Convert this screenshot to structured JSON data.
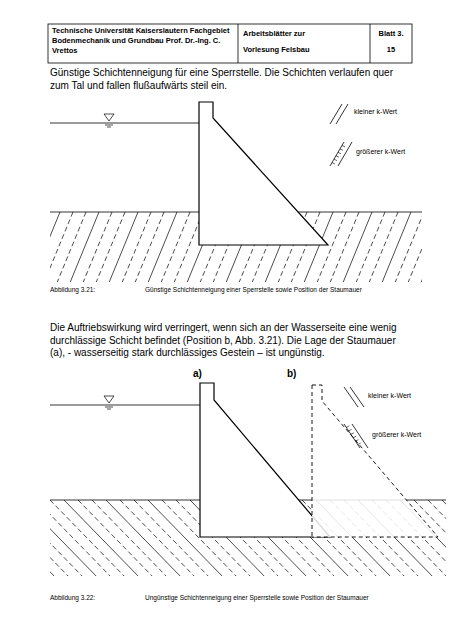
{
  "diagram": {
    "labels": [
      "Technische Universität Kaiserslautern Fachgebiet Bodenmechanik und Grundbau Prof. Dr.-Ing. C. Vrettos",
      "Arbeitsblätter zur Vorlesung Felsbau",
      "Blatt 3. 15",
      "Günstige Schichtenneigung für eine Sperrstelle. Die Schichten verlaufen quer zum Tal und fallen flußaufwärts steil ein.",
      "Abbildung 3.21:",
      "Günstige Schichtenneigung einer Sperrstelle sowie Position der Staumauer",
      "Die Auftriebswirkung wird verringert, wenn sich an der Wasserseite eine wenig durchlässige Schicht befindet (Position b, Abb. 3.21). Die Lage der Staumauer (a), - wasserseitig stark durchlässiges Gestein – ist ungünstig.",
      "a)",
      "b)",
      "Abbildung 3.22:",
      "Ungünstige Schichtenneigung einer Sperrstelle sowie Position der Staumauer"
    ],
    "legend": [
      {
        "text": "kleiner k-Wert"
      },
      {
        "text": "größerer k-Wert"
      },
      {
        "text": "kleiner k-Wert"
      },
      {
        "text": "größerer k-Wert"
      }
    ]
  }
}
